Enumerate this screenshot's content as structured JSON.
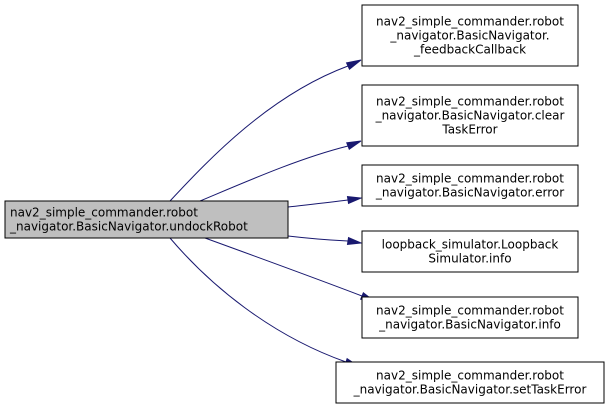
{
  "graph": {
    "root": {
      "lines": [
        "nav2_simple_commander.robot",
        "_navigator.BasicNavigator.undockRobot"
      ]
    },
    "callees": [
      {
        "lines": [
          "nav2_simple_commander.robot",
          "_navigator.BasicNavigator.",
          "_feedbackCallback"
        ]
      },
      {
        "lines": [
          "nav2_simple_commander.robot",
          "_navigator.BasicNavigator.clear",
          "TaskError"
        ]
      },
      {
        "lines": [
          "nav2_simple_commander.robot",
          "_navigator.BasicNavigator.error"
        ]
      },
      {
        "lines": [
          "loopback_simulator.Loopback",
          "Simulator.info"
        ]
      },
      {
        "lines": [
          "nav2_simple_commander.robot",
          "_navigator.BasicNavigator.info"
        ]
      },
      {
        "lines": [
          "nav2_simple_commander.robot",
          "_navigator.BasicNavigator.setTaskError"
        ]
      }
    ],
    "colors": {
      "root_fill": "#bfbfbf",
      "node_fill": "#ffffff",
      "node_stroke": "#000000",
      "edge": "#191970"
    }
  }
}
